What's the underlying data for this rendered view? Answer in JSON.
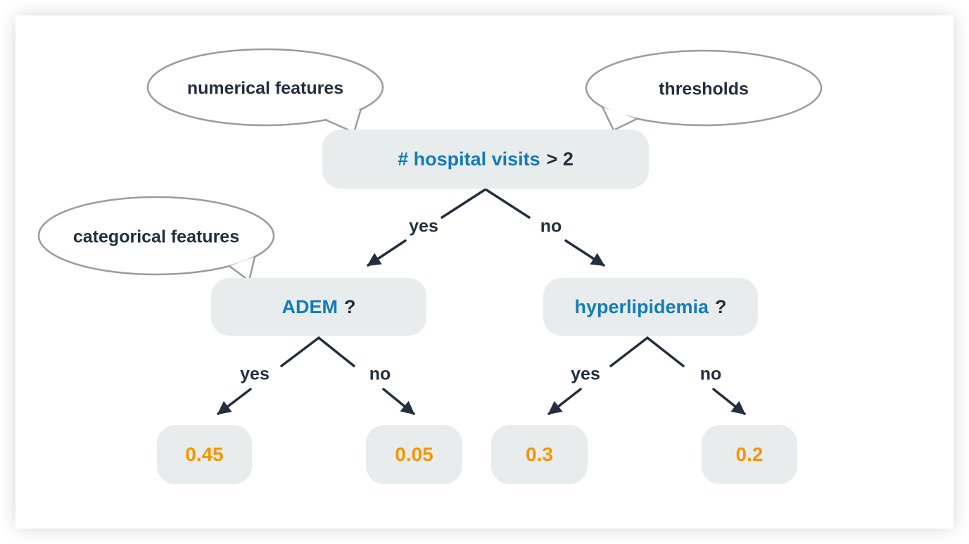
{
  "diagram": {
    "type": "decision-tree",
    "callouts": [
      {
        "id": "numerical",
        "label": "numerical features"
      },
      {
        "id": "thresholds",
        "label": "thresholds"
      },
      {
        "id": "categorical",
        "label": "categorical features"
      }
    ],
    "root_node": {
      "feature": "# hospital visits",
      "threshold": "> 2"
    },
    "left_node": {
      "feature": "ADEM",
      "suffix": "?"
    },
    "right_node": {
      "feature": "hyperlipidemia",
      "suffix": "?"
    },
    "leaves": [
      "0.45",
      "0.05",
      "0.3",
      "0.2"
    ],
    "edges": [
      {
        "from": "root",
        "to": "ADEM",
        "label": "yes"
      },
      {
        "from": "root",
        "to": "hyperlipidemia",
        "label": "no"
      },
      {
        "from": "ADEM",
        "to": "0.45",
        "label": "yes"
      },
      {
        "from": "ADEM",
        "to": "0.05",
        "label": "no"
      },
      {
        "from": "hyperlipidemia",
        "to": "0.3",
        "label": "yes"
      },
      {
        "from": "hyperlipidemia",
        "to": "0.2",
        "label": "no"
      }
    ],
    "colors": {
      "feature_blue": "#137CB8",
      "threshold_dark": "#232F3E",
      "leaf_orange": "#F79500",
      "node_bg": "#E9ECEC",
      "bubble_border": "#9B9B9B",
      "arrow": "#232F3E"
    }
  }
}
